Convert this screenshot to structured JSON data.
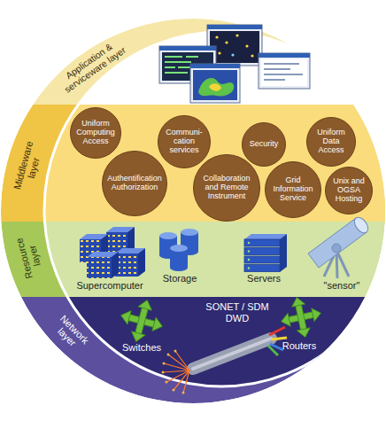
{
  "diagram": {
    "nodes": [
      {
        "text": [
          "Application & serviceware layer"
        ]
      },
      {
        "text": [
          "Middleware layer"
        ]
      },
      {
        "text": [
          "Uniform Computing Access"
        ],
        "in": 1
      },
      {
        "text": [
          "Authentification Authorization"
        ],
        "in": 1
      },
      {
        "text": [
          "Communi- cation services"
        ],
        "in": 1
      },
      {
        "text": [
          "Collaboration and Remote Instrument"
        ],
        "in": 1
      },
      {
        "text": [
          "Security"
        ],
        "in": 1
      },
      {
        "text": [
          "Grid Information Service"
        ],
        "in": 1
      },
      {
        "text": [
          "Uniform Data Access"
        ],
        "in": 1
      },
      {
        "text": [
          "Unix and OGSA Hosting"
        ],
        "in": 1
      },
      {
        "text": [
          "Resource layer"
        ]
      },
      {
        "text": [
          "Network layer"
        ]
      }
    ],
    "labels": [
      "Supercomputer",
      "Storage",
      "Servers",
      "\"sensor\"",
      "Switches",
      "SONET / SDM DWD",
      "Routers"
    ]
  }
}
